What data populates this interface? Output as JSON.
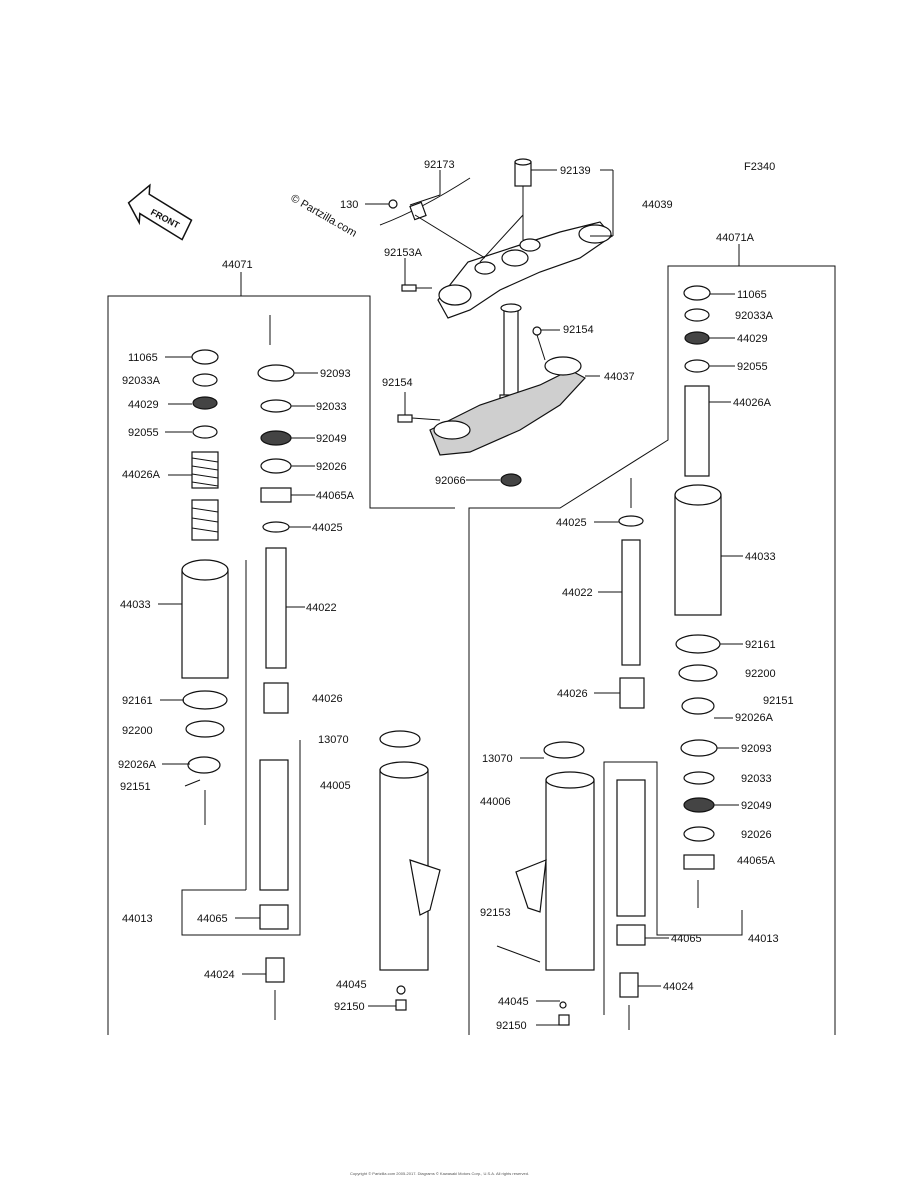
{
  "code": "F2340",
  "watermark": "© Partzilla.com",
  "front_label": "FRONT",
  "labels": {
    "l92173": "92173",
    "l92139": "92139",
    "l130": "130",
    "l44039": "44039",
    "l92153a": "92153A",
    "l44071a": "44071A",
    "l44071": "44071",
    "l92154_a": "92154",
    "l44037": "44037",
    "l92154_b": "92154",
    "l92066": "92066",
    "L_11065": "11065",
    "L_92033A": "92033A",
    "L_44029": "44029",
    "L_92055": "92055",
    "L_44026A": "44026A",
    "L_44033": "44033",
    "L_92161": "92161",
    "L_92200": "92200",
    "L_92026A": "92026A",
    "L_92151": "92151",
    "L_44013": "44013",
    "L_44065b": "44065",
    "L_44024": "44024",
    "C_92093": "92093",
    "C_92033": "92033",
    "C_92049": "92049",
    "C_92026": "92026",
    "C_44065A": "44065A",
    "C_44025": "44025",
    "C_44022": "44022",
    "C_44026": "44026",
    "C_13070": "13070",
    "C_44005": "44005",
    "C_44045": "44045",
    "C_92150": "92150",
    "R_44025": "44025",
    "R_44022": "44022",
    "R_44026": "44026",
    "R_13070": "13070",
    "R_44006": "44006",
    "R_92153": "92153",
    "R_44045": "44045",
    "R_92150": "92150",
    "R_11065": "11065",
    "R_92033A": "92033A",
    "R_44029": "44029",
    "R_92055": "92055",
    "R_44026A": "44026A",
    "R_44033": "44033",
    "R_92161": "92161",
    "R_92200": "92200",
    "R_92151": "92151",
    "R_92026A": "92026A",
    "R_92093": "92093",
    "R_92033": "92033",
    "R_92049": "92049",
    "R_92026": "92026",
    "R_44065A": "44065A",
    "R_44065b": "44065",
    "R_44013": "44013",
    "R_44024": "44024"
  },
  "copyright": "Copyright © Partzilla.com 2005-2017. Diagrams © Kawasaki Motors Corp., U.S.A. All rights reserved."
}
